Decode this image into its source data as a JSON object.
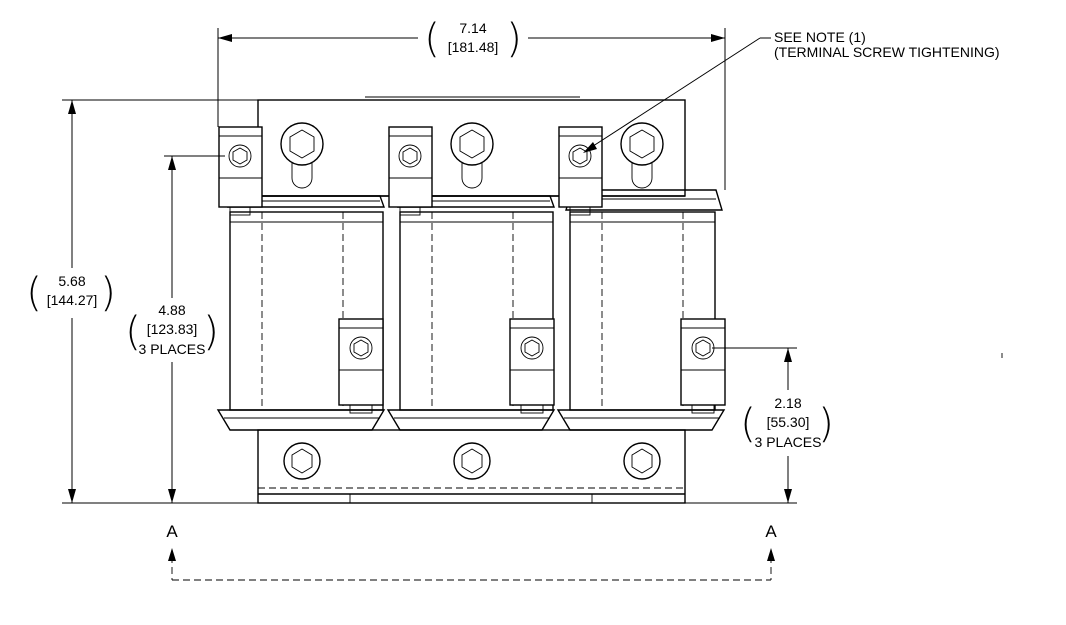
{
  "dimensions": {
    "width": {
      "inch": "7.14",
      "mm": "[181.48]"
    },
    "overall_height": {
      "inch": "5.68",
      "mm": "[144.27]"
    },
    "terminal_height": {
      "inch": "4.88",
      "mm": "[123.83]",
      "places": "3 PLACES"
    },
    "lower_terminal_height": {
      "inch": "2.18",
      "mm": "[55.30]",
      "places": "3 PLACES"
    }
  },
  "note": {
    "line1": "SEE NOTE (1)",
    "line2": "(TERMINAL SCREW TIGHTENING)"
  },
  "section": {
    "left_label": "A",
    "right_label": "A"
  }
}
